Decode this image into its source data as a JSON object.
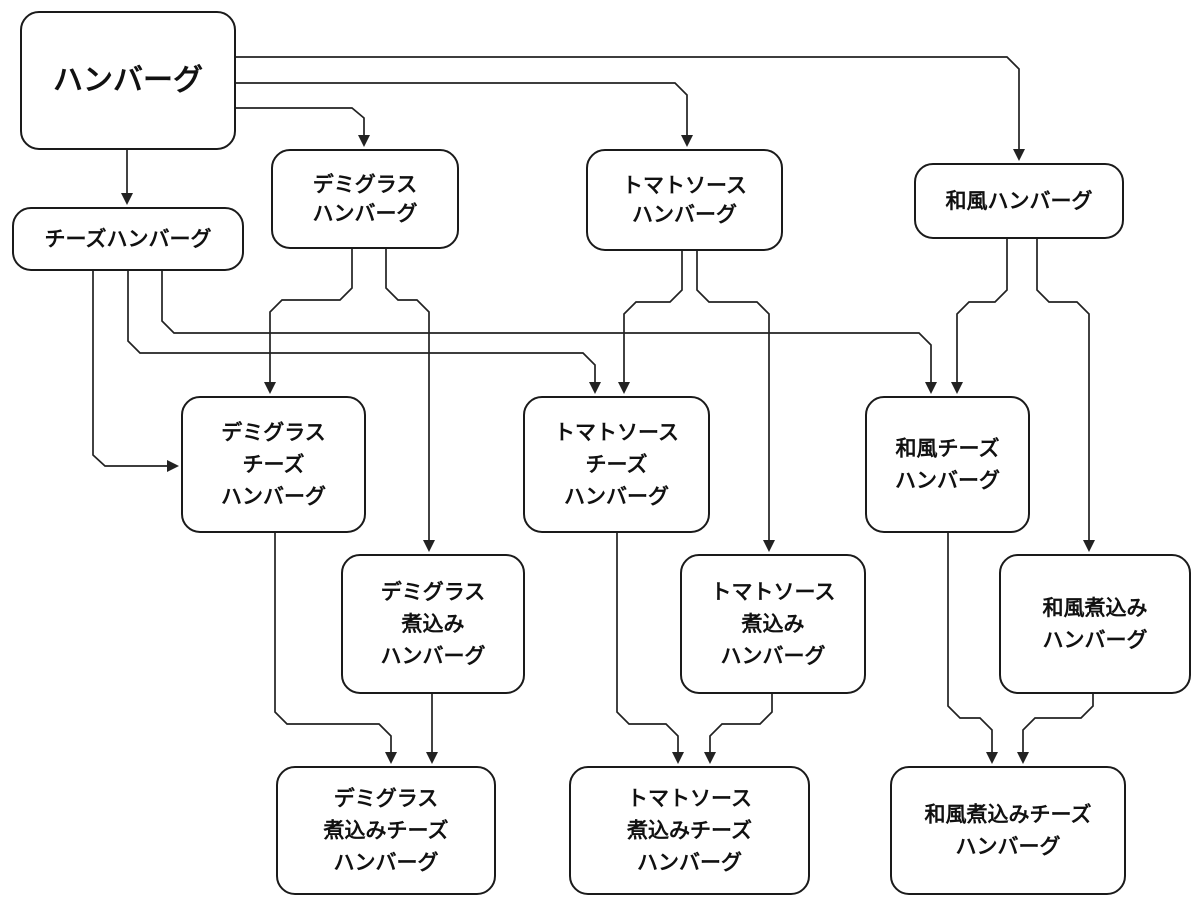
{
  "diagram": {
    "nodes": [
      {
        "id": "base",
        "lines": [
          "ハンバーグ"
        ]
      },
      {
        "id": "cheese",
        "lines": [
          "チーズハンバーグ"
        ]
      },
      {
        "id": "demi",
        "lines": [
          "デミグラス",
          "ハンバーグ"
        ]
      },
      {
        "id": "tomato",
        "lines": [
          "トマトソース",
          "ハンバーグ"
        ]
      },
      {
        "id": "wafu",
        "lines": [
          "和風ハンバーグ"
        ]
      },
      {
        "id": "demi_cheese",
        "lines": [
          "デミグラス",
          "チーズ",
          "ハンバーグ"
        ]
      },
      {
        "id": "tomato_cheese",
        "lines": [
          "トマトソース",
          "チーズ",
          "ハンバーグ"
        ]
      },
      {
        "id": "wafu_cheese",
        "lines": [
          "和風チーズ",
          "ハンバーグ"
        ]
      },
      {
        "id": "demi_nikomi",
        "lines": [
          "デミグラス",
          "煮込み",
          "ハンバーグ"
        ]
      },
      {
        "id": "tomato_nikomi",
        "lines": [
          "トマトソース",
          "煮込み",
          "ハンバーグ"
        ]
      },
      {
        "id": "wafu_nikomi",
        "lines": [
          "和風煮込み",
          "ハンバーグ"
        ]
      },
      {
        "id": "demi_nikomi_cheese",
        "lines": [
          "デミグラス",
          "煮込みチーズ",
          "ハンバーグ"
        ]
      },
      {
        "id": "tomato_nikomi_cheese",
        "lines": [
          "トマトソース",
          "煮込みチーズ",
          "ハンバーグ"
        ]
      },
      {
        "id": "wafu_nikomi_cheese",
        "lines": [
          "和風煮込みチーズ",
          "ハンバーグ"
        ]
      }
    ],
    "edges": [
      {
        "from": "base",
        "to": "cheese"
      },
      {
        "from": "base",
        "to": "demi"
      },
      {
        "from": "base",
        "to": "tomato"
      },
      {
        "from": "base",
        "to": "wafu"
      },
      {
        "from": "cheese",
        "to": "demi_cheese"
      },
      {
        "from": "cheese",
        "to": "tomato_cheese"
      },
      {
        "from": "cheese",
        "to": "wafu_cheese"
      },
      {
        "from": "demi",
        "to": "demi_cheese"
      },
      {
        "from": "demi",
        "to": "demi_nikomi"
      },
      {
        "from": "tomato",
        "to": "tomato_cheese"
      },
      {
        "from": "tomato",
        "to": "tomato_nikomi"
      },
      {
        "from": "wafu",
        "to": "wafu_cheese"
      },
      {
        "from": "wafu",
        "to": "wafu_nikomi"
      },
      {
        "from": "demi_cheese",
        "to": "demi_nikomi_cheese"
      },
      {
        "from": "demi_nikomi",
        "to": "demi_nikomi_cheese"
      },
      {
        "from": "tomato_cheese",
        "to": "tomato_nikomi_cheese"
      },
      {
        "from": "tomato_nikomi",
        "to": "tomato_nikomi_cheese"
      },
      {
        "from": "wafu_cheese",
        "to": "wafu_nikomi_cheese"
      },
      {
        "from": "wafu_nikomi",
        "to": "wafu_nikomi_cheese"
      }
    ]
  }
}
